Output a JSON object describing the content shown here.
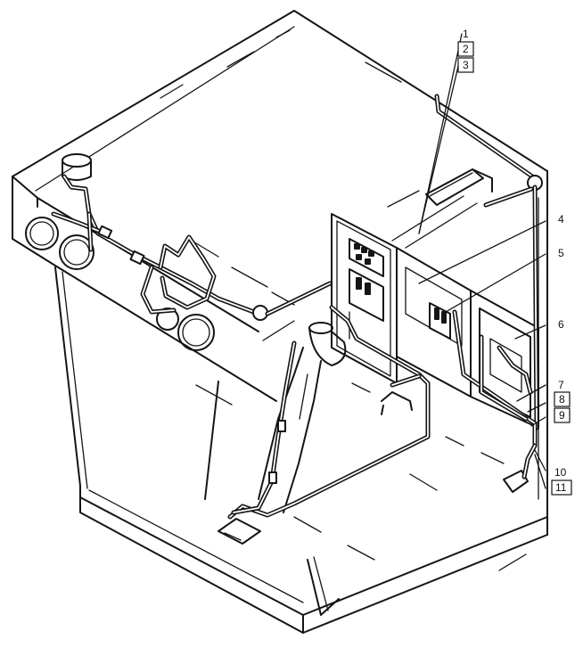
{
  "callouts": {
    "c1": "1",
    "c2": "2",
    "c3": "3",
    "c4": "4",
    "c5": "5",
    "c6": "6",
    "c7": "7",
    "c8": "8",
    "c9": "9",
    "c10": "10",
    "c11": "11"
  },
  "colors": {
    "line": "#151515",
    "background": "#ffffff"
  }
}
